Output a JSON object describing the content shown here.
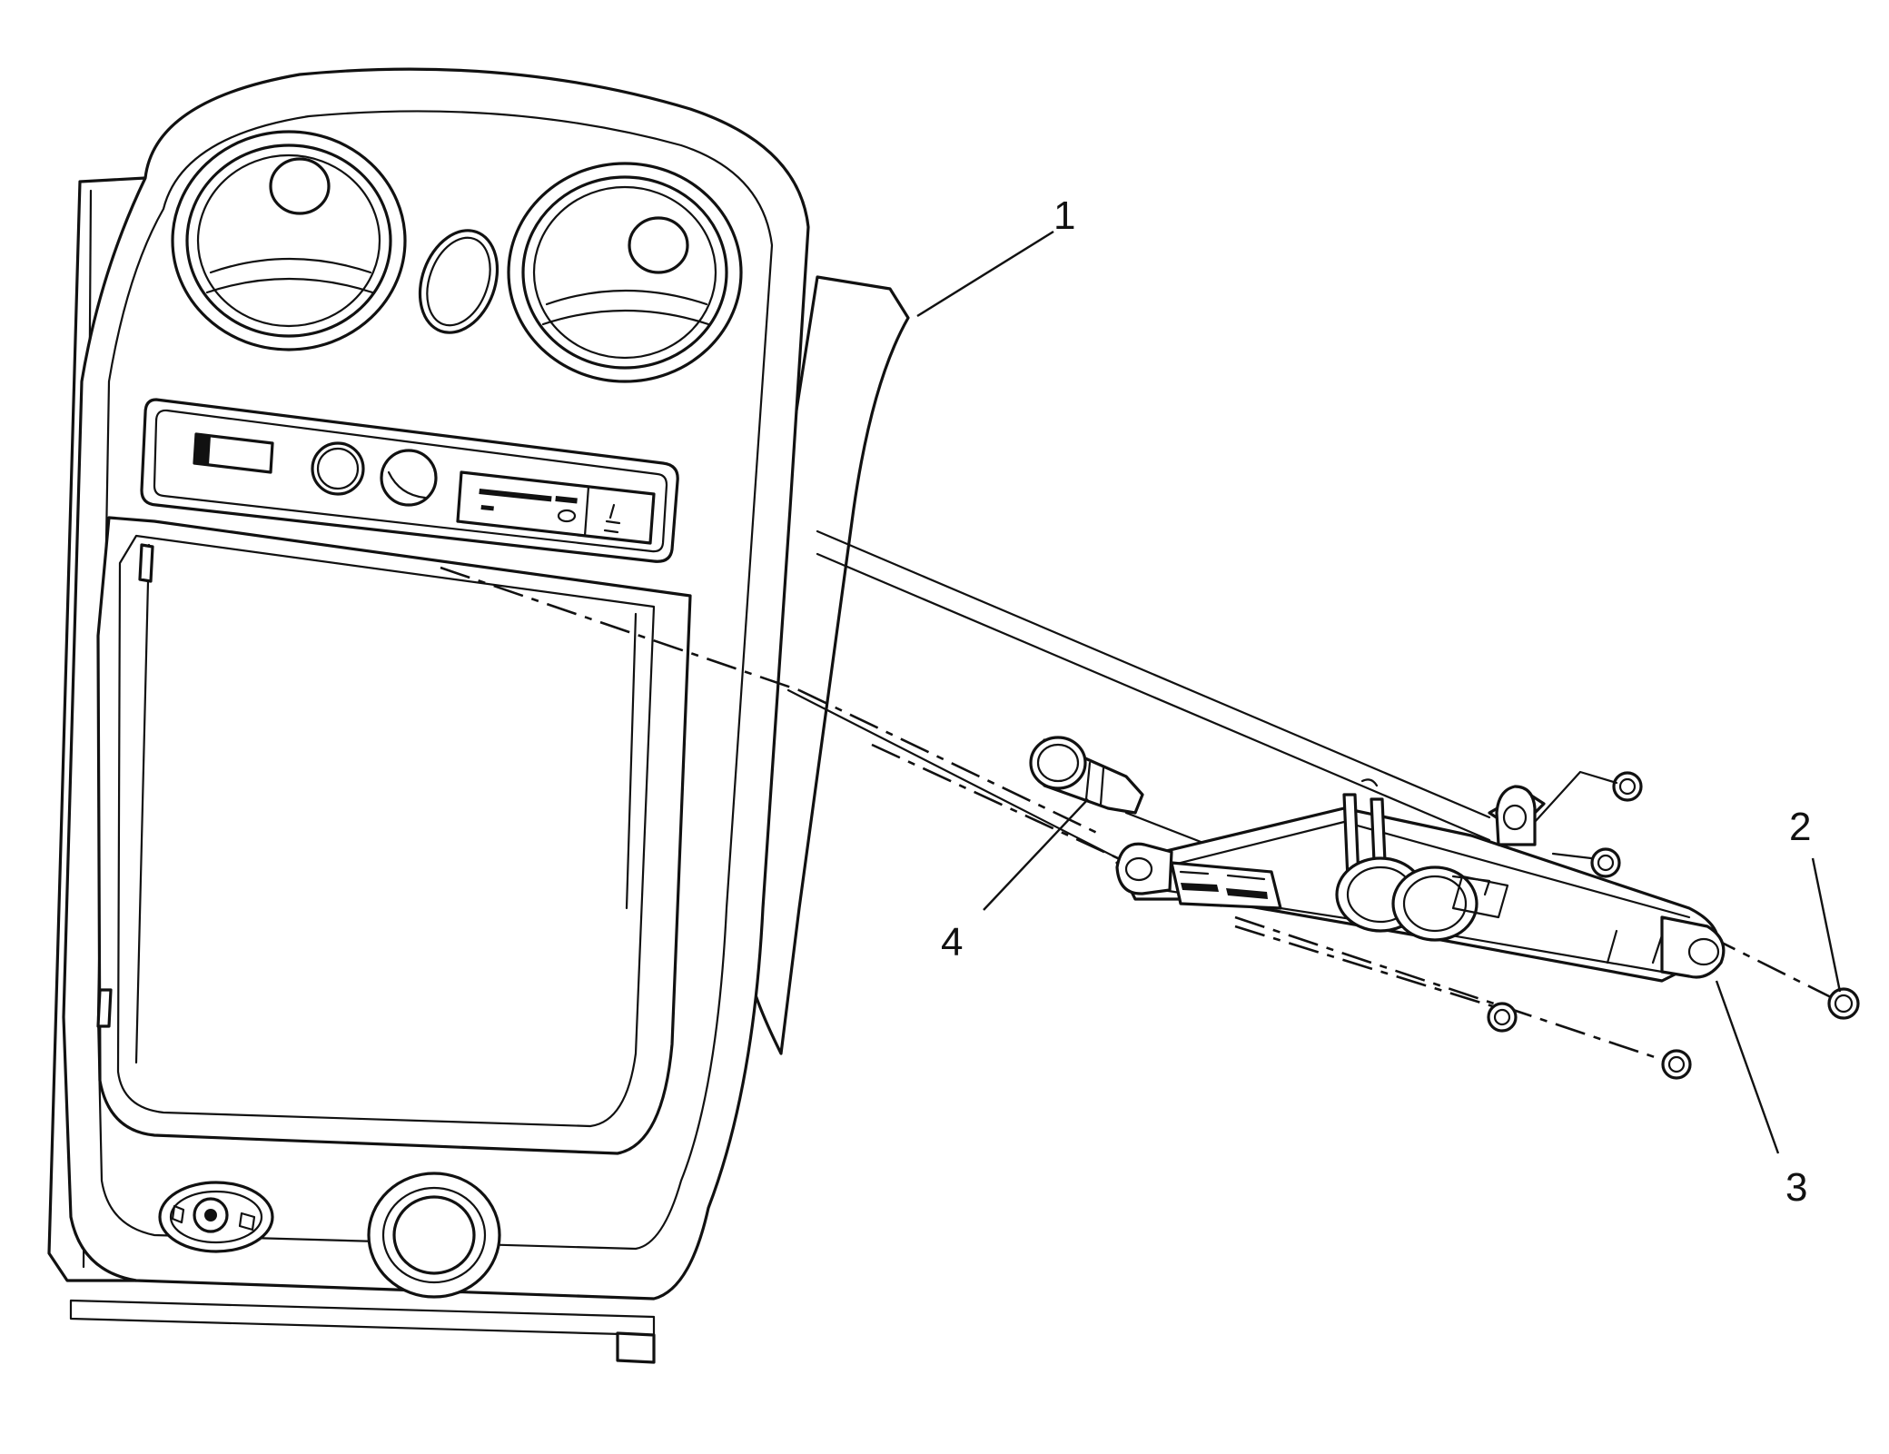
{
  "callouts": [
    {
      "id": "1",
      "label": "1"
    },
    {
      "id": "2",
      "label": "2"
    },
    {
      "id": "3",
      "label": "3"
    },
    {
      "id": "4",
      "label": "4"
    }
  ],
  "icons": {
    "console": "center-console-bezel",
    "bracket": "mounting-bracket",
    "fasteners": "nut-icon",
    "lighter": "power-outlet-socket"
  }
}
